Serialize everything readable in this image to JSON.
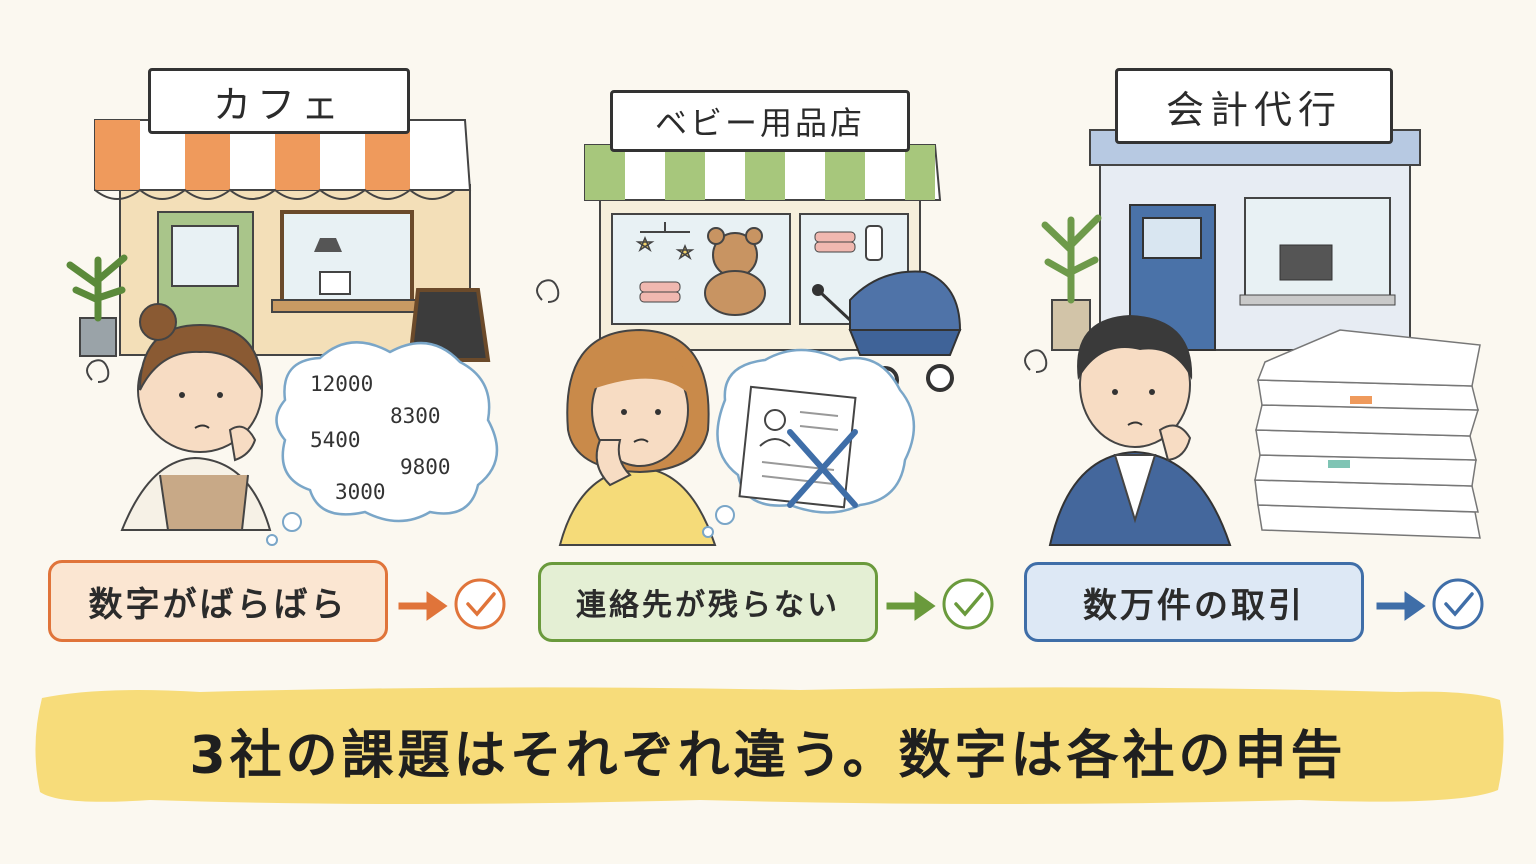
{
  "shops": [
    {
      "name": "カフェ",
      "problem": "数字がばらばら",
      "accent": "#e0743a"
    },
    {
      "name": "ベビー用品店",
      "problem": "連絡先が残らない",
      "accent": "#6a9a3c"
    },
    {
      "name": "会計代行",
      "problem": "数万件の取引",
      "accent": "#3f6ea8"
    }
  ],
  "cafe_numbers": [
    "12000",
    "8300",
    "5400",
    "9800",
    "3000"
  ],
  "banner": "3社の課題はそれぞれ違う。数字は各社の申告",
  "colors": {
    "background": "#fbf8f0",
    "banner": "#f7dc7a"
  }
}
